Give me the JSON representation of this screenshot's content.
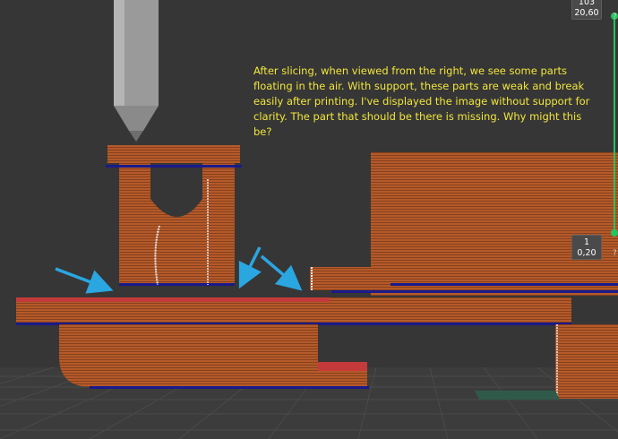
{
  "annotation": {
    "text": "After slicing, when viewed from the right, we see some parts floating in the air. With support, these parts are weak and break easily after printing. I've displayed the image without support for clarity. The part that should be there is missing. Why might this be?"
  },
  "layer_slider": {
    "top": {
      "layer": "103",
      "height": "20,60"
    },
    "bottom": {
      "layer": "1",
      "height": "0,20"
    },
    "top_help_glyph": "?",
    "bottom_help_glyph": "?"
  },
  "colors": {
    "background": "#363636",
    "layer_orange": "#b45a2a",
    "first_layer_red": "#c43a3a",
    "slider_green": "#22c55e",
    "annotation_yellow": "#f2e63c",
    "arrow_blue": "#2aa6e0",
    "layer_edge_blue": "#1a1a8a"
  },
  "icons": {
    "arrows": [
      "arrow-left-icon",
      "arrow-right-icon",
      "arrow-center-icon"
    ]
  }
}
